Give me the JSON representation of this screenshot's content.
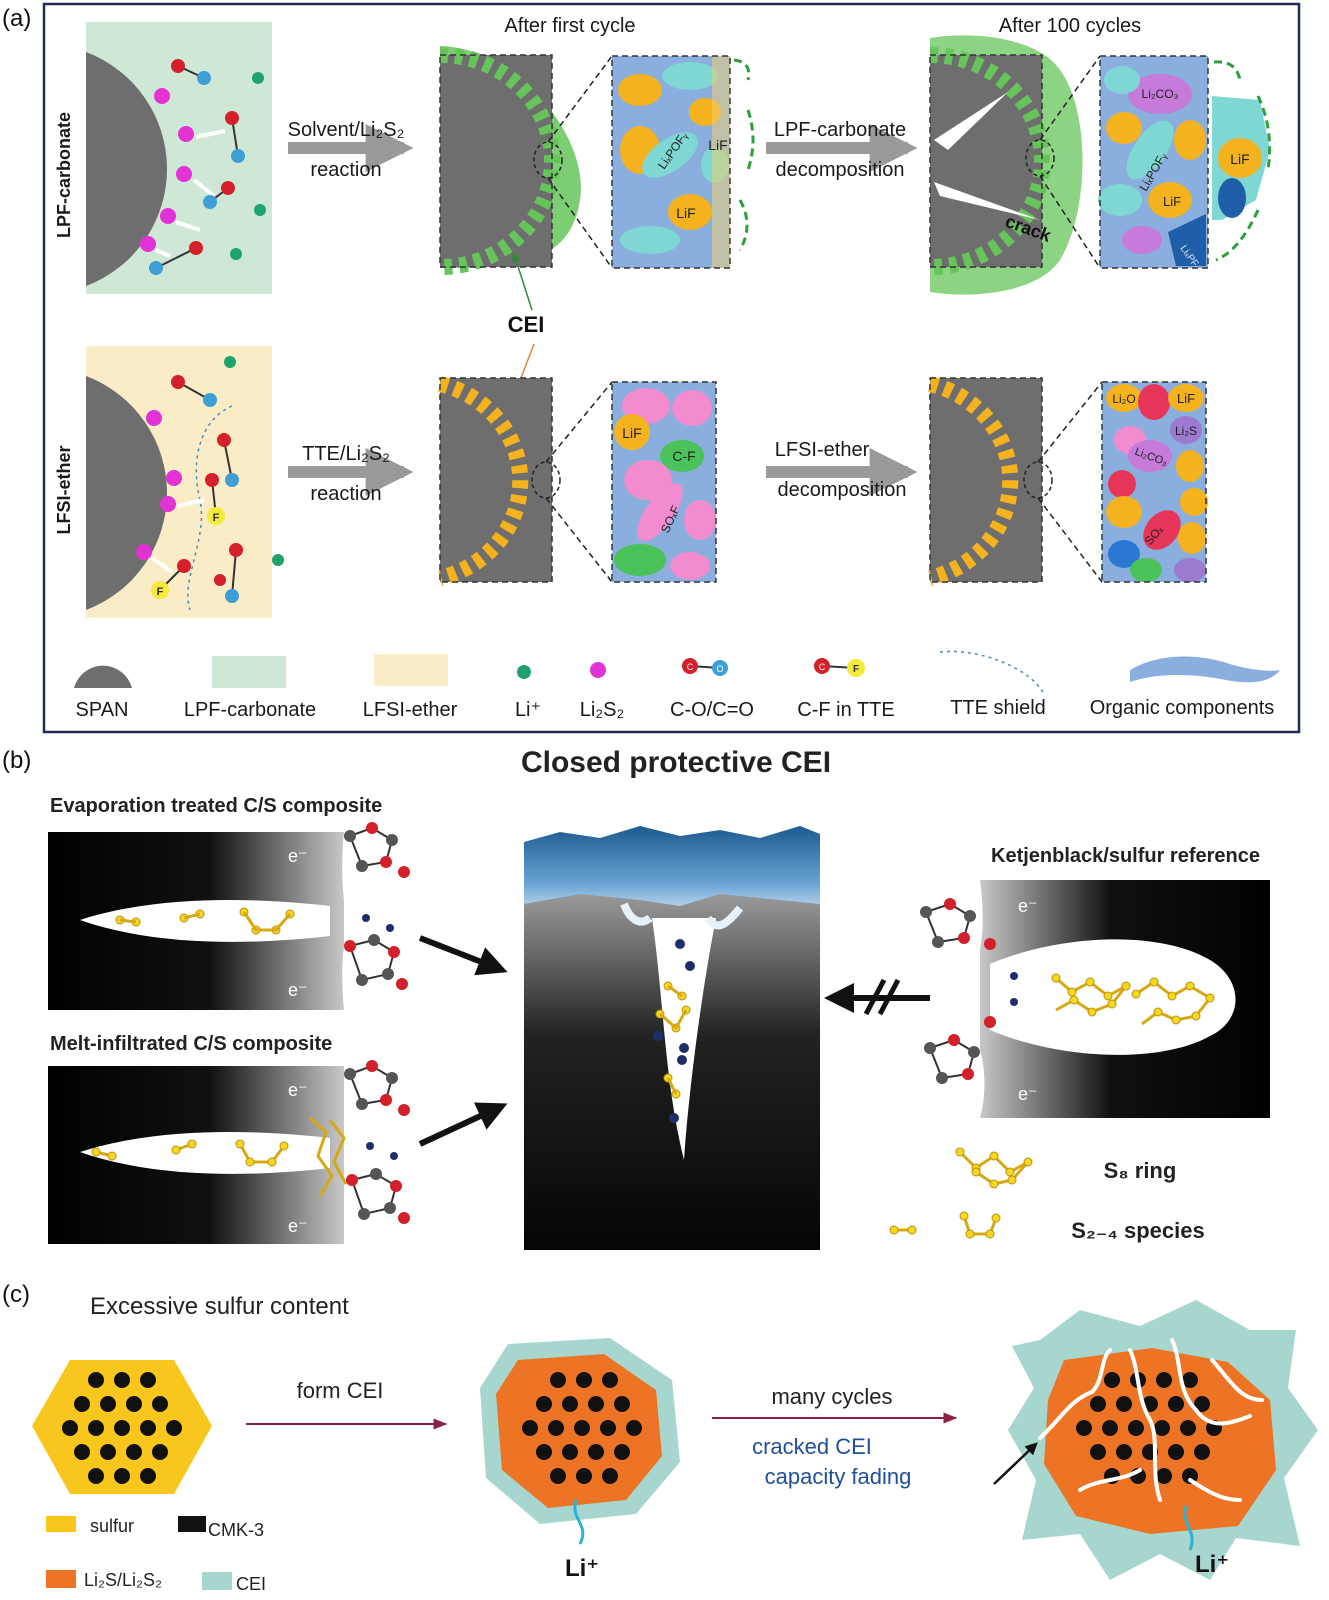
{
  "panel_a": {
    "tag": "(a)",
    "header_first": "After first cycle",
    "header_100": "After 100 cycles",
    "row1_label": "LPF-carbonate",
    "row2_label": "LFSI-ether",
    "arrow1_top": "Solvent/Li₂S₂",
    "arrow1_bottom": "reaction",
    "arrow2_top": "LPF-carbonate",
    "arrow2_bottom": "decomposition",
    "arrow3_top": "TTE/Li₂S₂",
    "arrow3_bottom": "reaction",
    "arrow4_top": "LFSI-ether",
    "arrow4_bottom": "decomposition",
    "cei_label": "CEI",
    "crack_label": "crack",
    "atom_c": "C",
    "atom_o": "O",
    "atom_f": "F",
    "zoom1": {
      "lif_a": "LiF",
      "lipof": "LiₓPOFᵧ",
      "lif_b": "LiF"
    },
    "zoom2": {
      "li2co3": "Li₂CO₃",
      "lipof": "LiₓPOFᵧ",
      "lif_a": "LiF",
      "lif_b": "LiF",
      "lipf": "LiₓPFᵧ"
    },
    "zoom3": {
      "lif": "LiF",
      "cf": "C-F",
      "sof": "SOₓF"
    },
    "zoom4": {
      "li2o": "Li₂O",
      "lif": "LiF",
      "li2s": "Li₂S",
      "li2co": "Li₂CO₃",
      "sox": "SOₓ"
    },
    "legend": {
      "span": "SPAN",
      "lpf": "LPF-carbonate",
      "lfsi": "LFSI-ether",
      "li": "Li⁺",
      "li2s2": "Li₂S₂",
      "co": "C-O/C=O",
      "cf": "C-F in TTE",
      "tte": "TTE shield",
      "organic": "Organic components"
    }
  },
  "panel_b": {
    "tag": "(b)",
    "title": "Closed protective CEI",
    "evap_label": "Evaporation treated C/S composite",
    "melt_label": "Melt-infiltrated C/S composite",
    "ketjen_label": "Ketjenblack/sulfur reference",
    "electron": "e⁻",
    "s8": "S₈ ring",
    "s24": "S₂₋₄ species"
  },
  "panel_c": {
    "tag": "(c)",
    "title": "Excessive sulfur content",
    "form_cei": "form CEI",
    "many_cycles": "many cycles",
    "cracked_1": "cracked CEI",
    "cracked_2": "capacity fading",
    "li_ion": "Li⁺",
    "legend": {
      "sulfur": "sulfur",
      "cmk": "CMK-3",
      "li2s": "Li₂S/Li₂S₂",
      "cei": "CEI"
    }
  },
  "colors": {
    "span_gray": "#6e6e6e",
    "lpf_green": "#cfe8d6",
    "lfsi_yellow": "#faecc6",
    "cei_green": "#66c45a",
    "cei_orange": "#f5b21f",
    "li_green": "#1ea36b",
    "li2s2_magenta": "#e231d4",
    "carbon_red": "#d4202a",
    "oxygen_blue": "#3f9fd4",
    "fluorine_yellow": "#f5e93a",
    "organic_blue": "#8aaedd",
    "sulfur_yellow": "#f8c61d",
    "li2s_orange": "#ec7424",
    "cei_teal": "#a7d6cf",
    "arrow_maroon": "#8b2340",
    "text_blue": "#1f4e9a"
  }
}
